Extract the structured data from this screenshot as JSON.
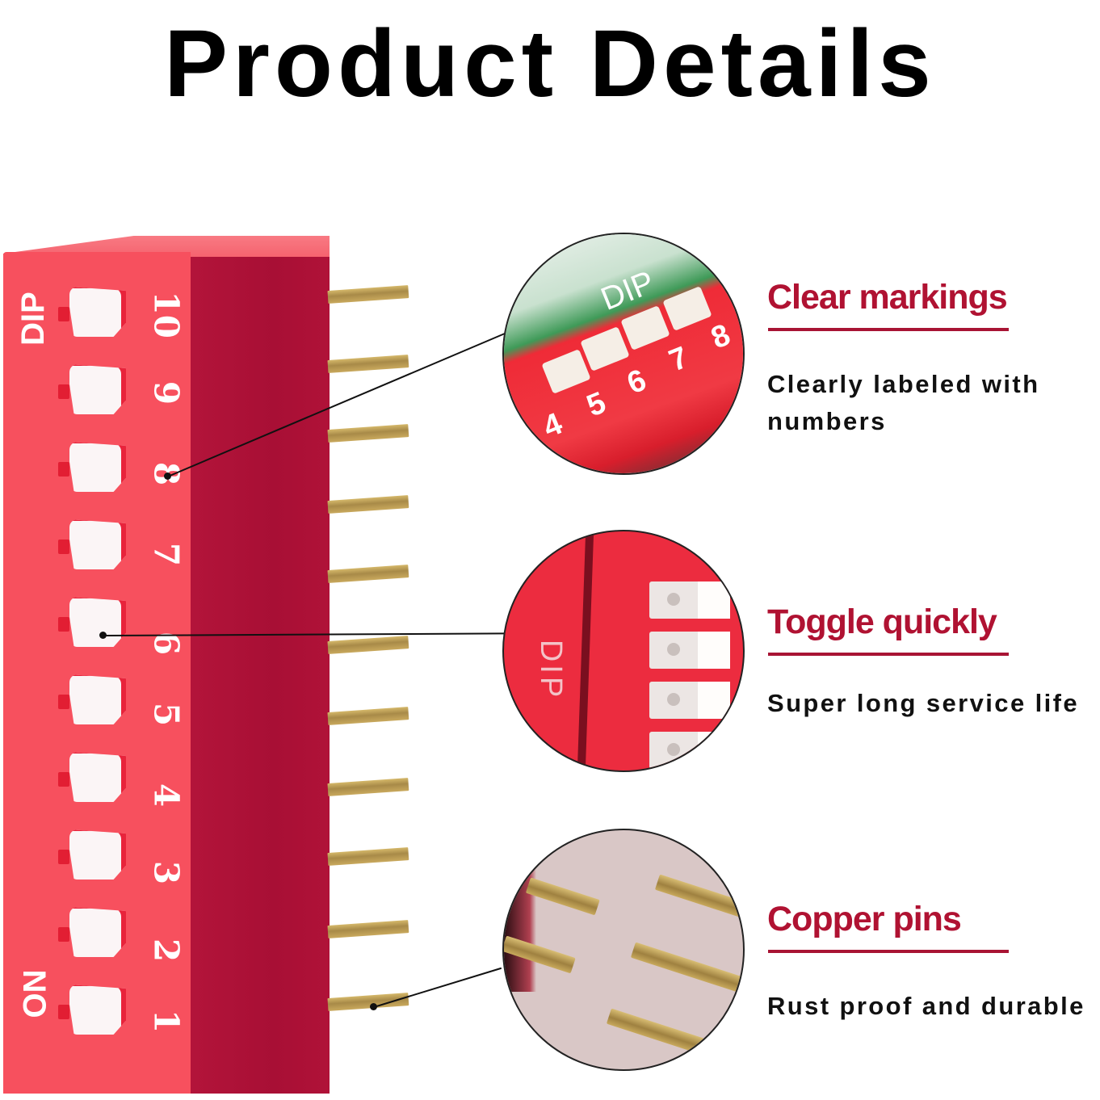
{
  "title": "Product Details",
  "product": {
    "body_labels": {
      "top": "DIP",
      "bottom": "ON"
    },
    "switch_numbers": [
      "10",
      "9",
      "8",
      "7",
      "6",
      "5",
      "4",
      "3",
      "2",
      "1"
    ],
    "colors": {
      "front": "#f7505e",
      "side": "#a80f35",
      "toggle": "#fbf5f6",
      "pin": "#c9a95d"
    }
  },
  "features": [
    {
      "heading": "Clear markings",
      "description": "Clearly labeled with numbers",
      "inset": {
        "label": "DIP",
        "numbers": [
          "4",
          "5",
          "6",
          "7",
          "8"
        ]
      }
    },
    {
      "heading": "Toggle quickly",
      "description": "Super long service life",
      "inset": {
        "label": "DIP"
      }
    },
    {
      "heading": "Copper pins",
      "description": "Rust proof and durable",
      "inset": {}
    }
  ],
  "accent_color": "#b01232"
}
